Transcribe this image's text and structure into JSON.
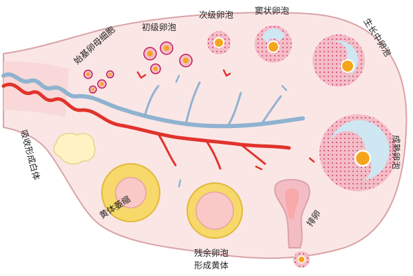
{
  "labels": {
    "primordial_follicle": "始基卵母细胞",
    "primary_follicle": "初级卵泡",
    "secondary_follicle": "次级卵泡",
    "antral_follicle": "窦状卵泡",
    "growing_follicle": "生长中卵泡",
    "mature_follicle": "成熟卵泡",
    "ovulation": "排卵",
    "residual_follicle_line1": "残余卵泡",
    "residual_follicle_line2": "形成黄体",
    "corpus_luteum_atrophy": "黄体萎缩",
    "corpus_albicans": "吸收形成白体"
  },
  "colors": {
    "ovary_fill": "#fbe6e6",
    "ovary_stroke": "#d9a3a5",
    "artery": "#e0332b",
    "vein": "#8fb3cf",
    "follicle_pink": "#f4bdc6",
    "follicle_dots": "#c2185b",
    "antrum_blue": "#cfe6f3",
    "oocyte": "#f5a51b",
    "luteum_yellow": "#f7d86a",
    "albicans": "#fff3c4"
  }
}
